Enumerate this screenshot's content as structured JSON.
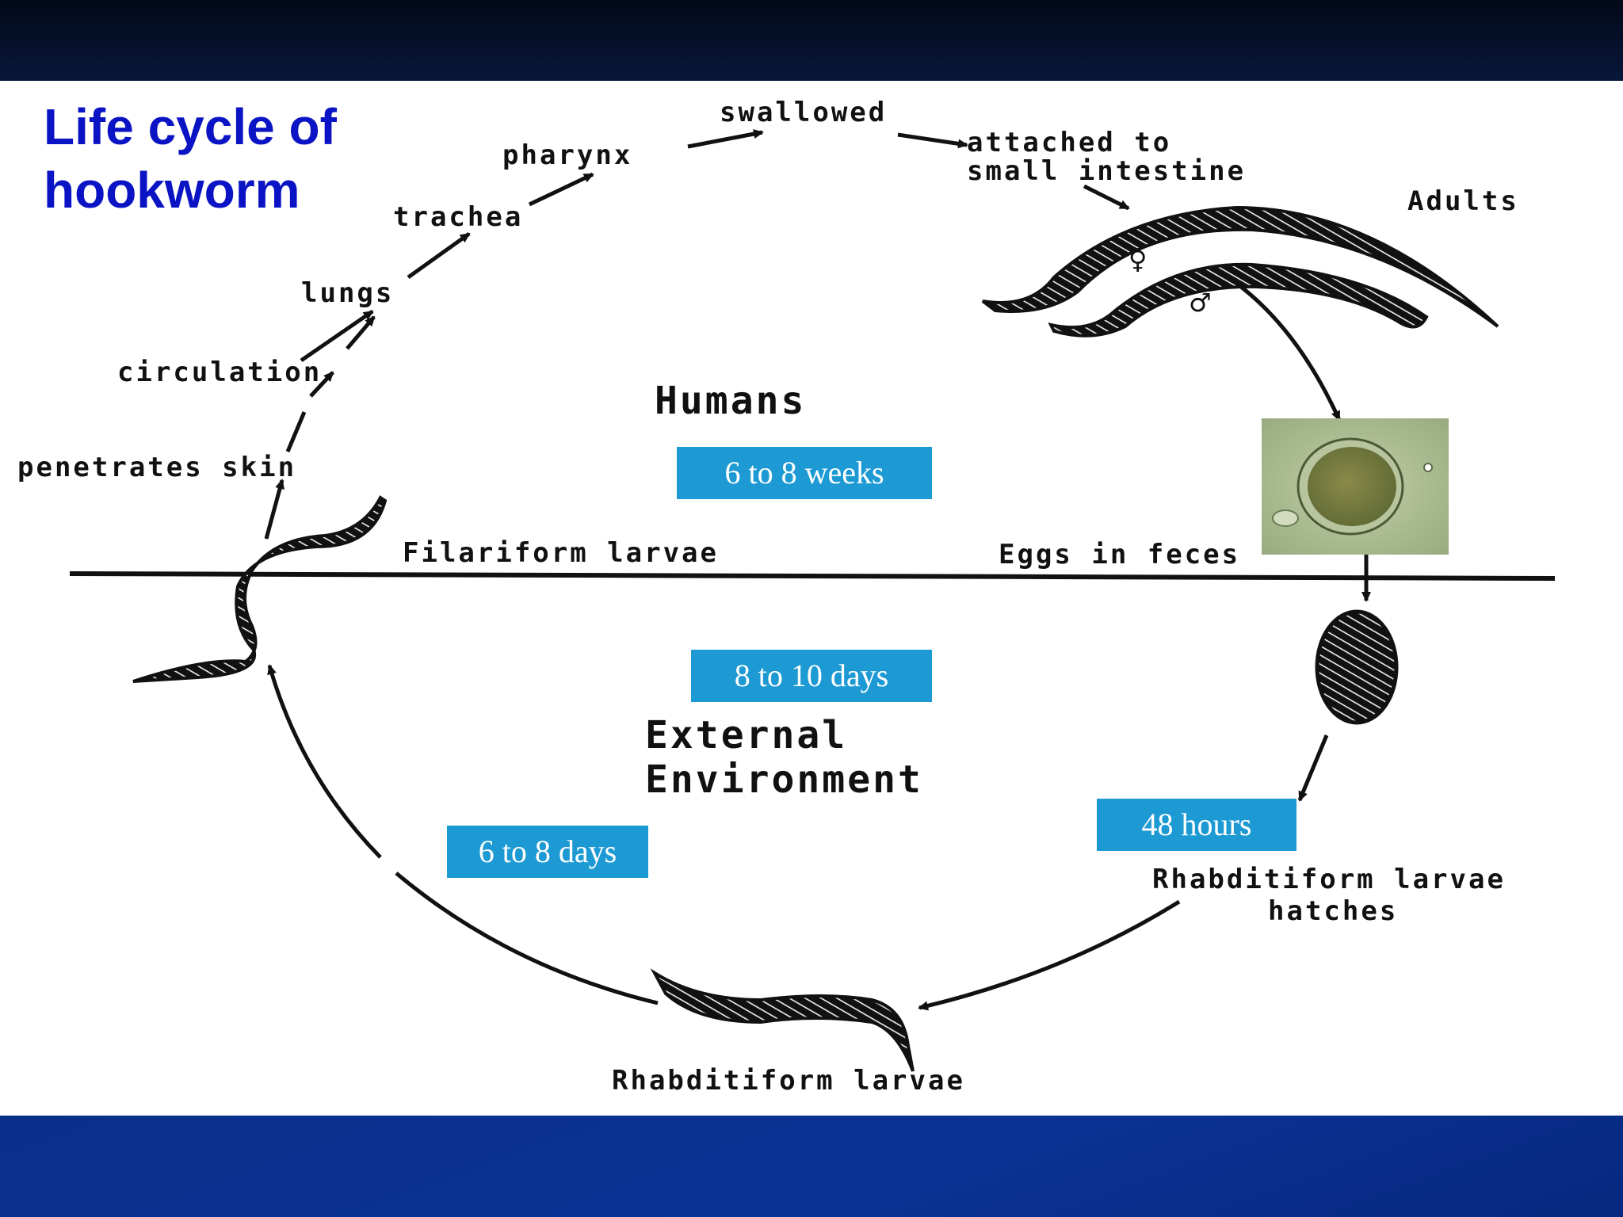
{
  "title": "Life cycle of hookworm",
  "labels": {
    "swallowed": "swallowed",
    "attached": "attached to",
    "small_intestine": "small intestine",
    "adults": "Adults",
    "pharynx": "pharynx",
    "trachea": "trachea",
    "lungs": "lungs",
    "circulation": "circulation",
    "penetrates_skin": "penetrates skin",
    "filariform": "Filariform larvae",
    "eggs": "Eggs in feces",
    "rhabditiform_hatches_1": "Rhabditiform larvae",
    "rhabditiform_hatches_2": "hatches",
    "rhabditiform_bottom": "Rhabditiform larvae",
    "female_symbol": "♀",
    "male_symbol": "♂"
  },
  "zones": {
    "humans": "Humans",
    "external_1": "External",
    "external_2": "Environment"
  },
  "durations": {
    "humans_period": "6 to 8 weeks",
    "external_period": "8 to 10 days",
    "rhabditiform_period": "6 to 8 days",
    "hatch_period": "48 hours"
  },
  "colors": {
    "title": "#0b14c4",
    "duration_box": "#1d9ad3",
    "top_band": "#020918",
    "bottom_band": "#0a3396"
  }
}
